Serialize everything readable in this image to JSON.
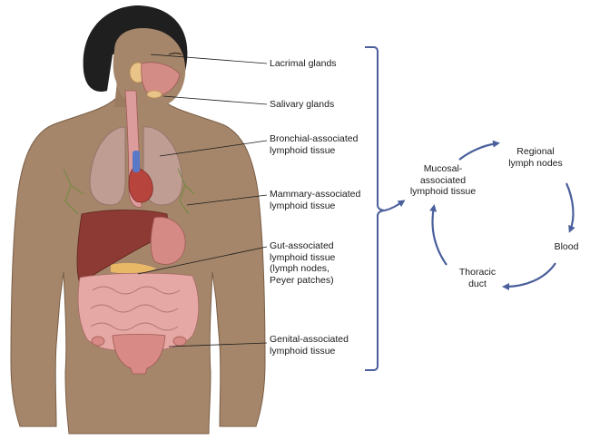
{
  "tissues": [
    {
      "id": "lacrimal",
      "text": "Lacrimal glands"
    },
    {
      "id": "salivary",
      "text": "Salivary glands"
    },
    {
      "id": "bronchial",
      "text": "Bronchial-associated\nlymphoid tissue"
    },
    {
      "id": "mammary",
      "text": "Mammary-associated\nlymphoid tissue"
    },
    {
      "id": "gut",
      "text": "Gut-associated\nlymphoid tissue\n(lymph nodes,\nPeyer patches)"
    },
    {
      "id": "genital",
      "text": "Genital-associated\nlymphoid tissue"
    }
  ],
  "cycle": {
    "mucosal": "Mucosal-\nassociated\nlymphoid tissue",
    "regional": "Regional\nlymph nodes",
    "blood": "Blood",
    "thoracic": "Thoracic\nduct"
  },
  "colors": {
    "accent": "#4a5f9c",
    "skin": "#a5866a",
    "hair": "#1f1f1f",
    "organ_pink": "#dc9c9c",
    "liver": "#8e3a34"
  }
}
